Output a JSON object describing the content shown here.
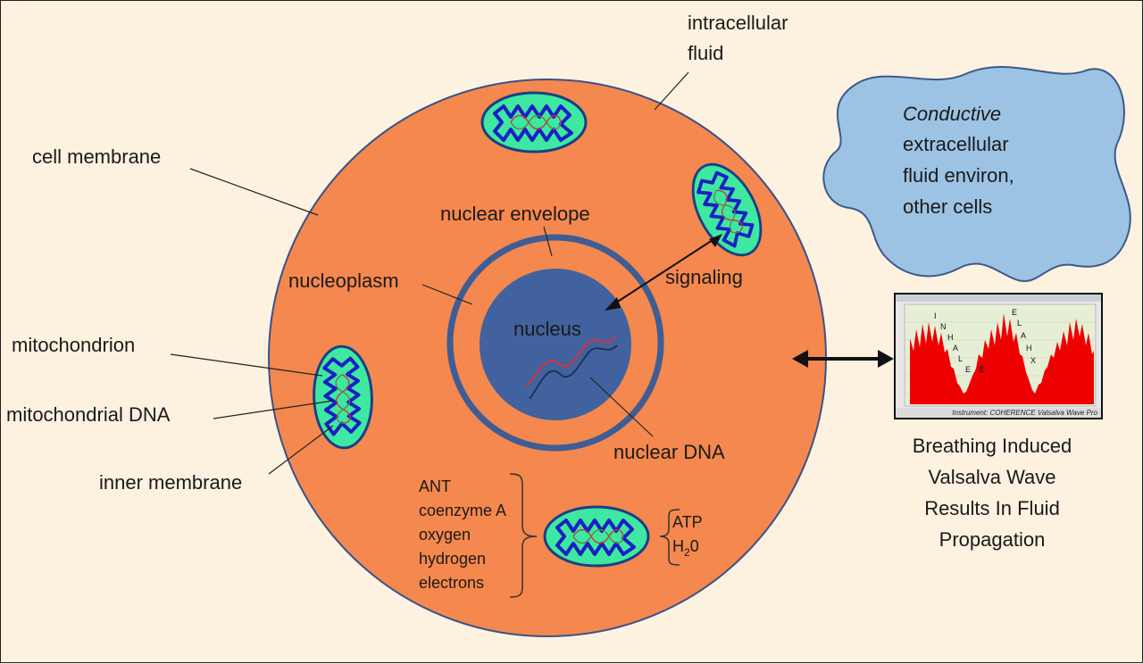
{
  "labels": {
    "intracellular_fluid_1": "intracellular",
    "intracellular_fluid_2": "fluid",
    "cell_membrane": "cell membrane",
    "nuclear_envelope": "nuclear envelope",
    "nucleoplasm": "nucleoplasm",
    "nucleus": "nucleus",
    "signaling": "signaling",
    "nuclear_dna": "nuclear DNA",
    "mitochondrion": "mitochondrion",
    "mitochondrial_dna": "mitochondrial DNA",
    "inner_membrane": "inner membrane"
  },
  "inputs": [
    "ANT",
    "coenzyme A",
    "oxygen",
    "hydrogen",
    "electrons"
  ],
  "outputs": {
    "atp": "ATP",
    "water_base": "H",
    "water_sub": "2",
    "water_end": "0"
  },
  "extracellular": {
    "line1": "Conductive",
    "line2": "extracellular",
    "line3": "fluid environ,",
    "line4": "other cells"
  },
  "caption": [
    "Breathing Induced",
    "Valsalva Wave",
    "Results In Fluid",
    "Propagation"
  ],
  "inset": {
    "instrument": "Instrument: COHERENCE Valsalva Wave Pro",
    "wave_letters": [
      "I",
      "N",
      "H",
      "A",
      "L",
      "E",
      "E",
      "X",
      "H",
      "A",
      "L",
      "E"
    ]
  },
  "colors": {
    "background": "#fdf1e0",
    "cell": "#f4884e",
    "nucleus": "#41629e",
    "mito_fill": "#3ee8a0",
    "mito_membrane": "#1a1fc4",
    "extracellular": "#9dc3e4",
    "wave": "#ee0000"
  }
}
